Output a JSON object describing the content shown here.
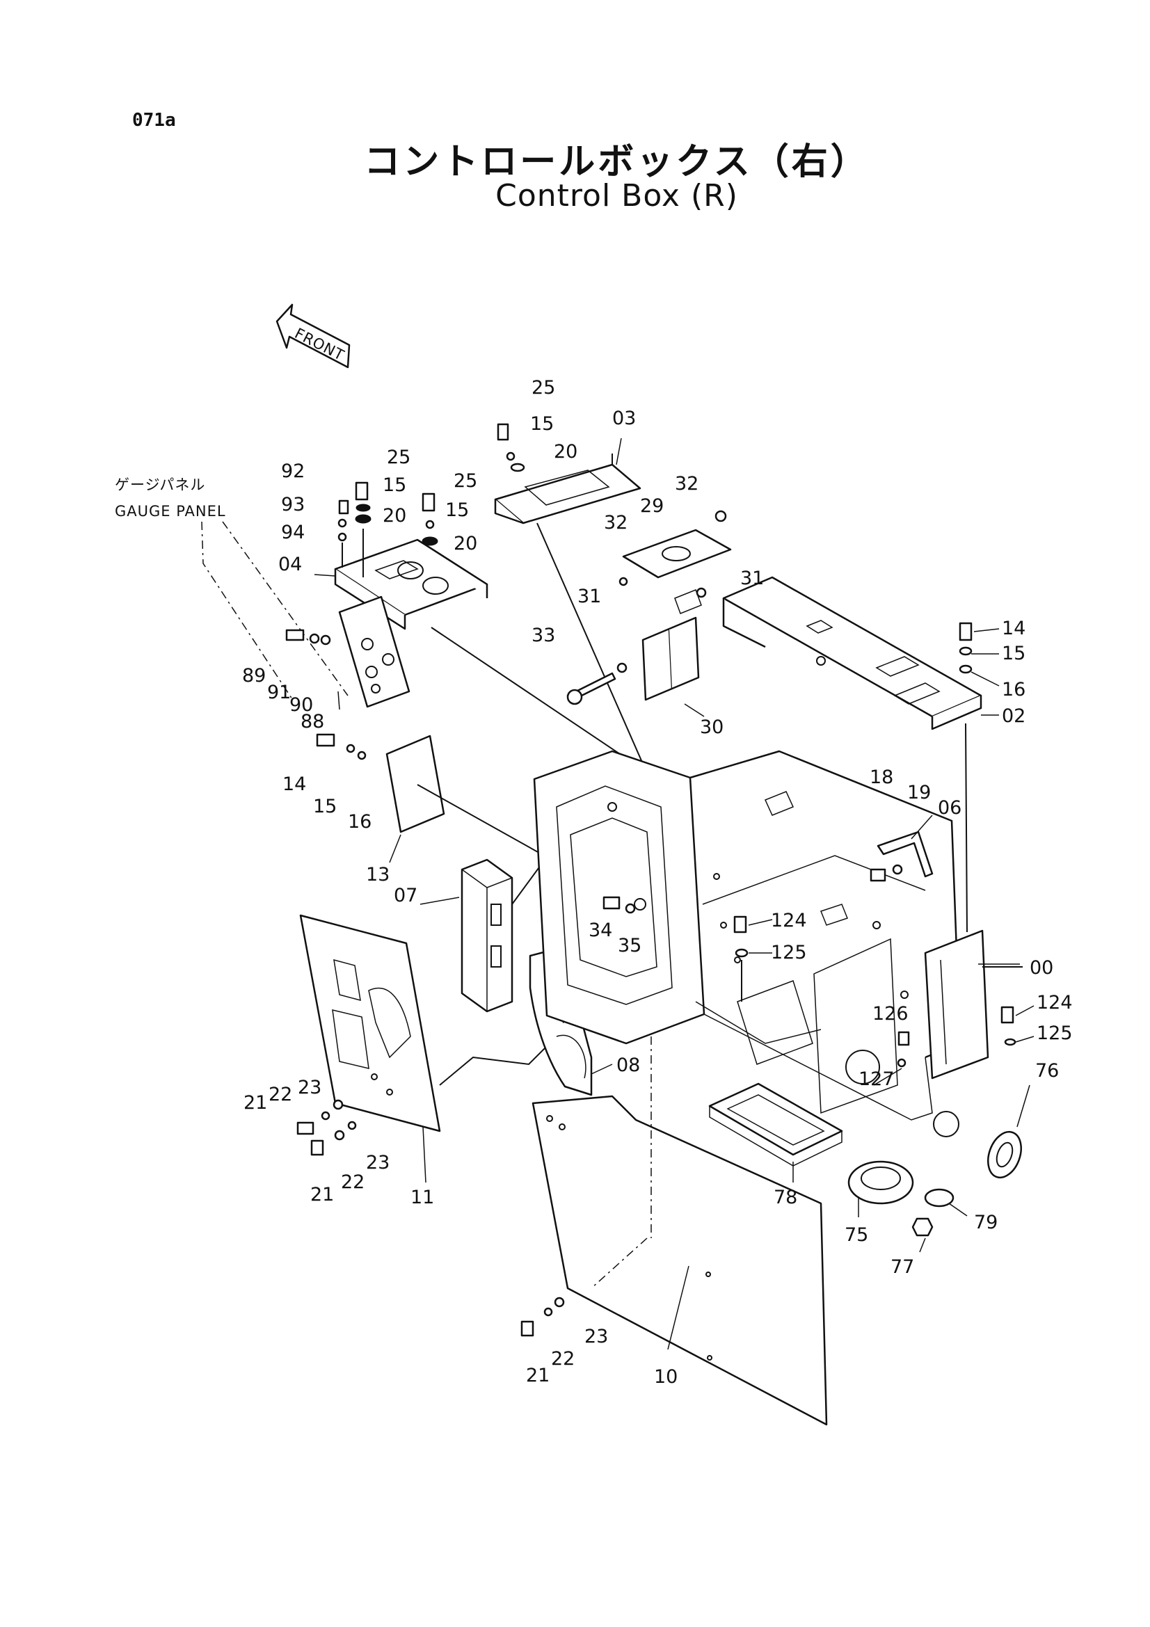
{
  "page_id": "071a",
  "title_ja": "コントロールボックス（右）",
  "title_en": "Control Box (R)",
  "front_marker": "FRONT",
  "gauge_panel": {
    "ja": "ゲージパネル",
    "en": "GAUGE PANEL"
  },
  "callouts": [
    {
      "id": "c00",
      "text": "00"
    },
    {
      "id": "c02",
      "text": "02"
    },
    {
      "id": "c03",
      "text": "03"
    },
    {
      "id": "c04",
      "text": "04"
    },
    {
      "id": "c06",
      "text": "06"
    },
    {
      "id": "c07",
      "text": "07"
    },
    {
      "id": "c08",
      "text": "08"
    },
    {
      "id": "c10",
      "text": "10"
    },
    {
      "id": "c11",
      "text": "11"
    },
    {
      "id": "c13",
      "text": "13"
    },
    {
      "id": "c14a",
      "text": "14"
    },
    {
      "id": "c14b",
      "text": "14"
    },
    {
      "id": "c15a",
      "text": "15"
    },
    {
      "id": "c15b",
      "text": "15"
    },
    {
      "id": "c15c",
      "text": "15"
    },
    {
      "id": "c15d",
      "text": "15"
    },
    {
      "id": "c15e",
      "text": "15"
    },
    {
      "id": "c16a",
      "text": "16"
    },
    {
      "id": "c16b",
      "text": "16"
    },
    {
      "id": "c18",
      "text": "18"
    },
    {
      "id": "c19",
      "text": "19"
    },
    {
      "id": "c20a",
      "text": "20"
    },
    {
      "id": "c20b",
      "text": "20"
    },
    {
      "id": "c20c",
      "text": "20"
    },
    {
      "id": "c21a",
      "text": "21"
    },
    {
      "id": "c21b",
      "text": "21"
    },
    {
      "id": "c21c",
      "text": "21"
    },
    {
      "id": "c22a",
      "text": "22"
    },
    {
      "id": "c22b",
      "text": "22"
    },
    {
      "id": "c22c",
      "text": "22"
    },
    {
      "id": "c23a",
      "text": "23"
    },
    {
      "id": "c23b",
      "text": "23"
    },
    {
      "id": "c23c",
      "text": "23"
    },
    {
      "id": "c25a",
      "text": "25"
    },
    {
      "id": "c25b",
      "text": "25"
    },
    {
      "id": "c25c",
      "text": "25"
    },
    {
      "id": "c29",
      "text": "29"
    },
    {
      "id": "c30",
      "text": "30"
    },
    {
      "id": "c31a",
      "text": "31"
    },
    {
      "id": "c31b",
      "text": "31"
    },
    {
      "id": "c32a",
      "text": "32"
    },
    {
      "id": "c32b",
      "text": "32"
    },
    {
      "id": "c33",
      "text": "33"
    },
    {
      "id": "c34",
      "text": "34"
    },
    {
      "id": "c35",
      "text": "35"
    },
    {
      "id": "c75",
      "text": "75"
    },
    {
      "id": "c76",
      "text": "76"
    },
    {
      "id": "c77",
      "text": "77"
    },
    {
      "id": "c78",
      "text": "78"
    },
    {
      "id": "c79",
      "text": "79"
    },
    {
      "id": "c88",
      "text": "88"
    },
    {
      "id": "c89",
      "text": "89"
    },
    {
      "id": "c90",
      "text": "90"
    },
    {
      "id": "c91",
      "text": "91"
    },
    {
      "id": "c92",
      "text": "92"
    },
    {
      "id": "c93",
      "text": "93"
    },
    {
      "id": "c94",
      "text": "94"
    },
    {
      "id": "c124a",
      "text": "124"
    },
    {
      "id": "c124b",
      "text": "124"
    },
    {
      "id": "c125a",
      "text": "125"
    },
    {
      "id": "c125b",
      "text": "125"
    },
    {
      "id": "c126",
      "text": "126"
    },
    {
      "id": "c127",
      "text": "127"
    }
  ]
}
